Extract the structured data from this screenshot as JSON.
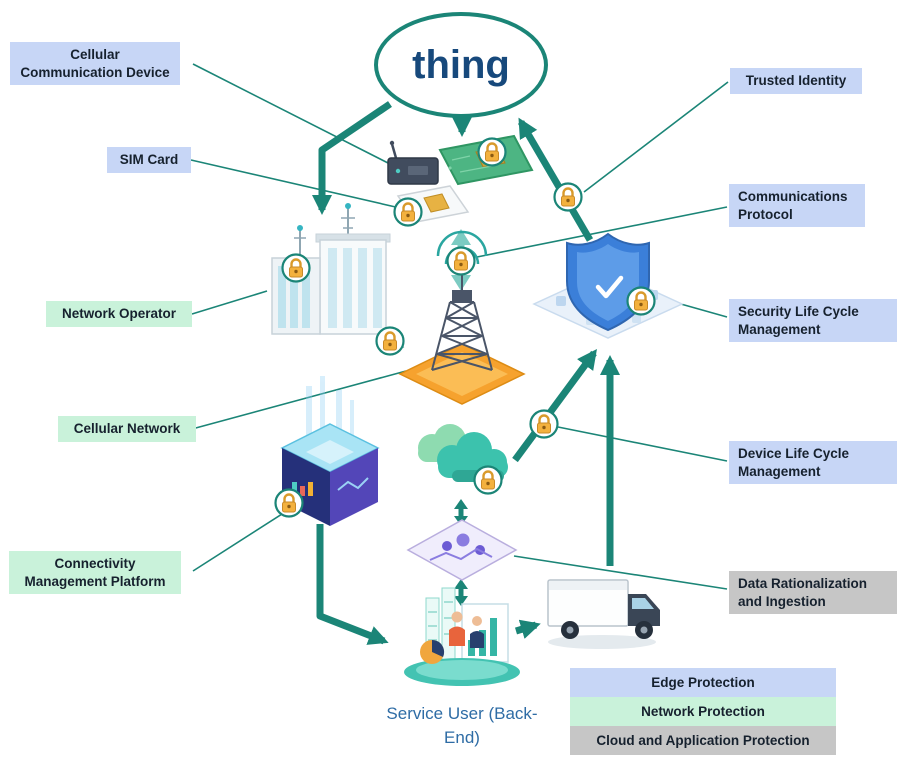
{
  "diagram": {
    "title": "thing",
    "service_user_caption": "Service User (Back-End)"
  },
  "labels": [
    {
      "id": "cellular-communication-device",
      "text": "Cellular Communication Device",
      "category": "edge"
    },
    {
      "id": "sim-card",
      "text": "SIM Card",
      "category": "edge"
    },
    {
      "id": "trusted-identity",
      "text": "Trusted Identity",
      "category": "edge"
    },
    {
      "id": "communications-protocol",
      "text": "Communications Protocol",
      "category": "edge"
    },
    {
      "id": "network-operator",
      "text": "Network Operator",
      "category": "network"
    },
    {
      "id": "security-life-cycle-management",
      "text": "Security Life Cycle Management",
      "category": "edge"
    },
    {
      "id": "cellular-network",
      "text": "Cellular Network",
      "category": "network"
    },
    {
      "id": "device-life-cycle-management",
      "text": "Device Life Cycle Management",
      "category": "edge"
    },
    {
      "id": "connectivity-management-platform",
      "text": "Connectivity Management Platform",
      "category": "network"
    },
    {
      "id": "data-rationalization-and-ingestion",
      "text": "Data Rationalization and Ingestion",
      "category": "cloud"
    }
  ],
  "legend": [
    {
      "label": "Edge Protection",
      "category": "edge"
    },
    {
      "label": "Network Protection",
      "category": "network"
    },
    {
      "label": "Cloud and Application Protection",
      "category": "cloud"
    }
  ],
  "colors": {
    "edge": "#c7d6f6",
    "network": "#c9f2da",
    "cloud": "#c6c6c6",
    "arrow": "#1b8577",
    "thing_text": "#17497c",
    "service_user_text": "#2e6ca5",
    "padlock": "#f3b13e"
  },
  "icons": {
    "padlock-icon": "🔒"
  }
}
